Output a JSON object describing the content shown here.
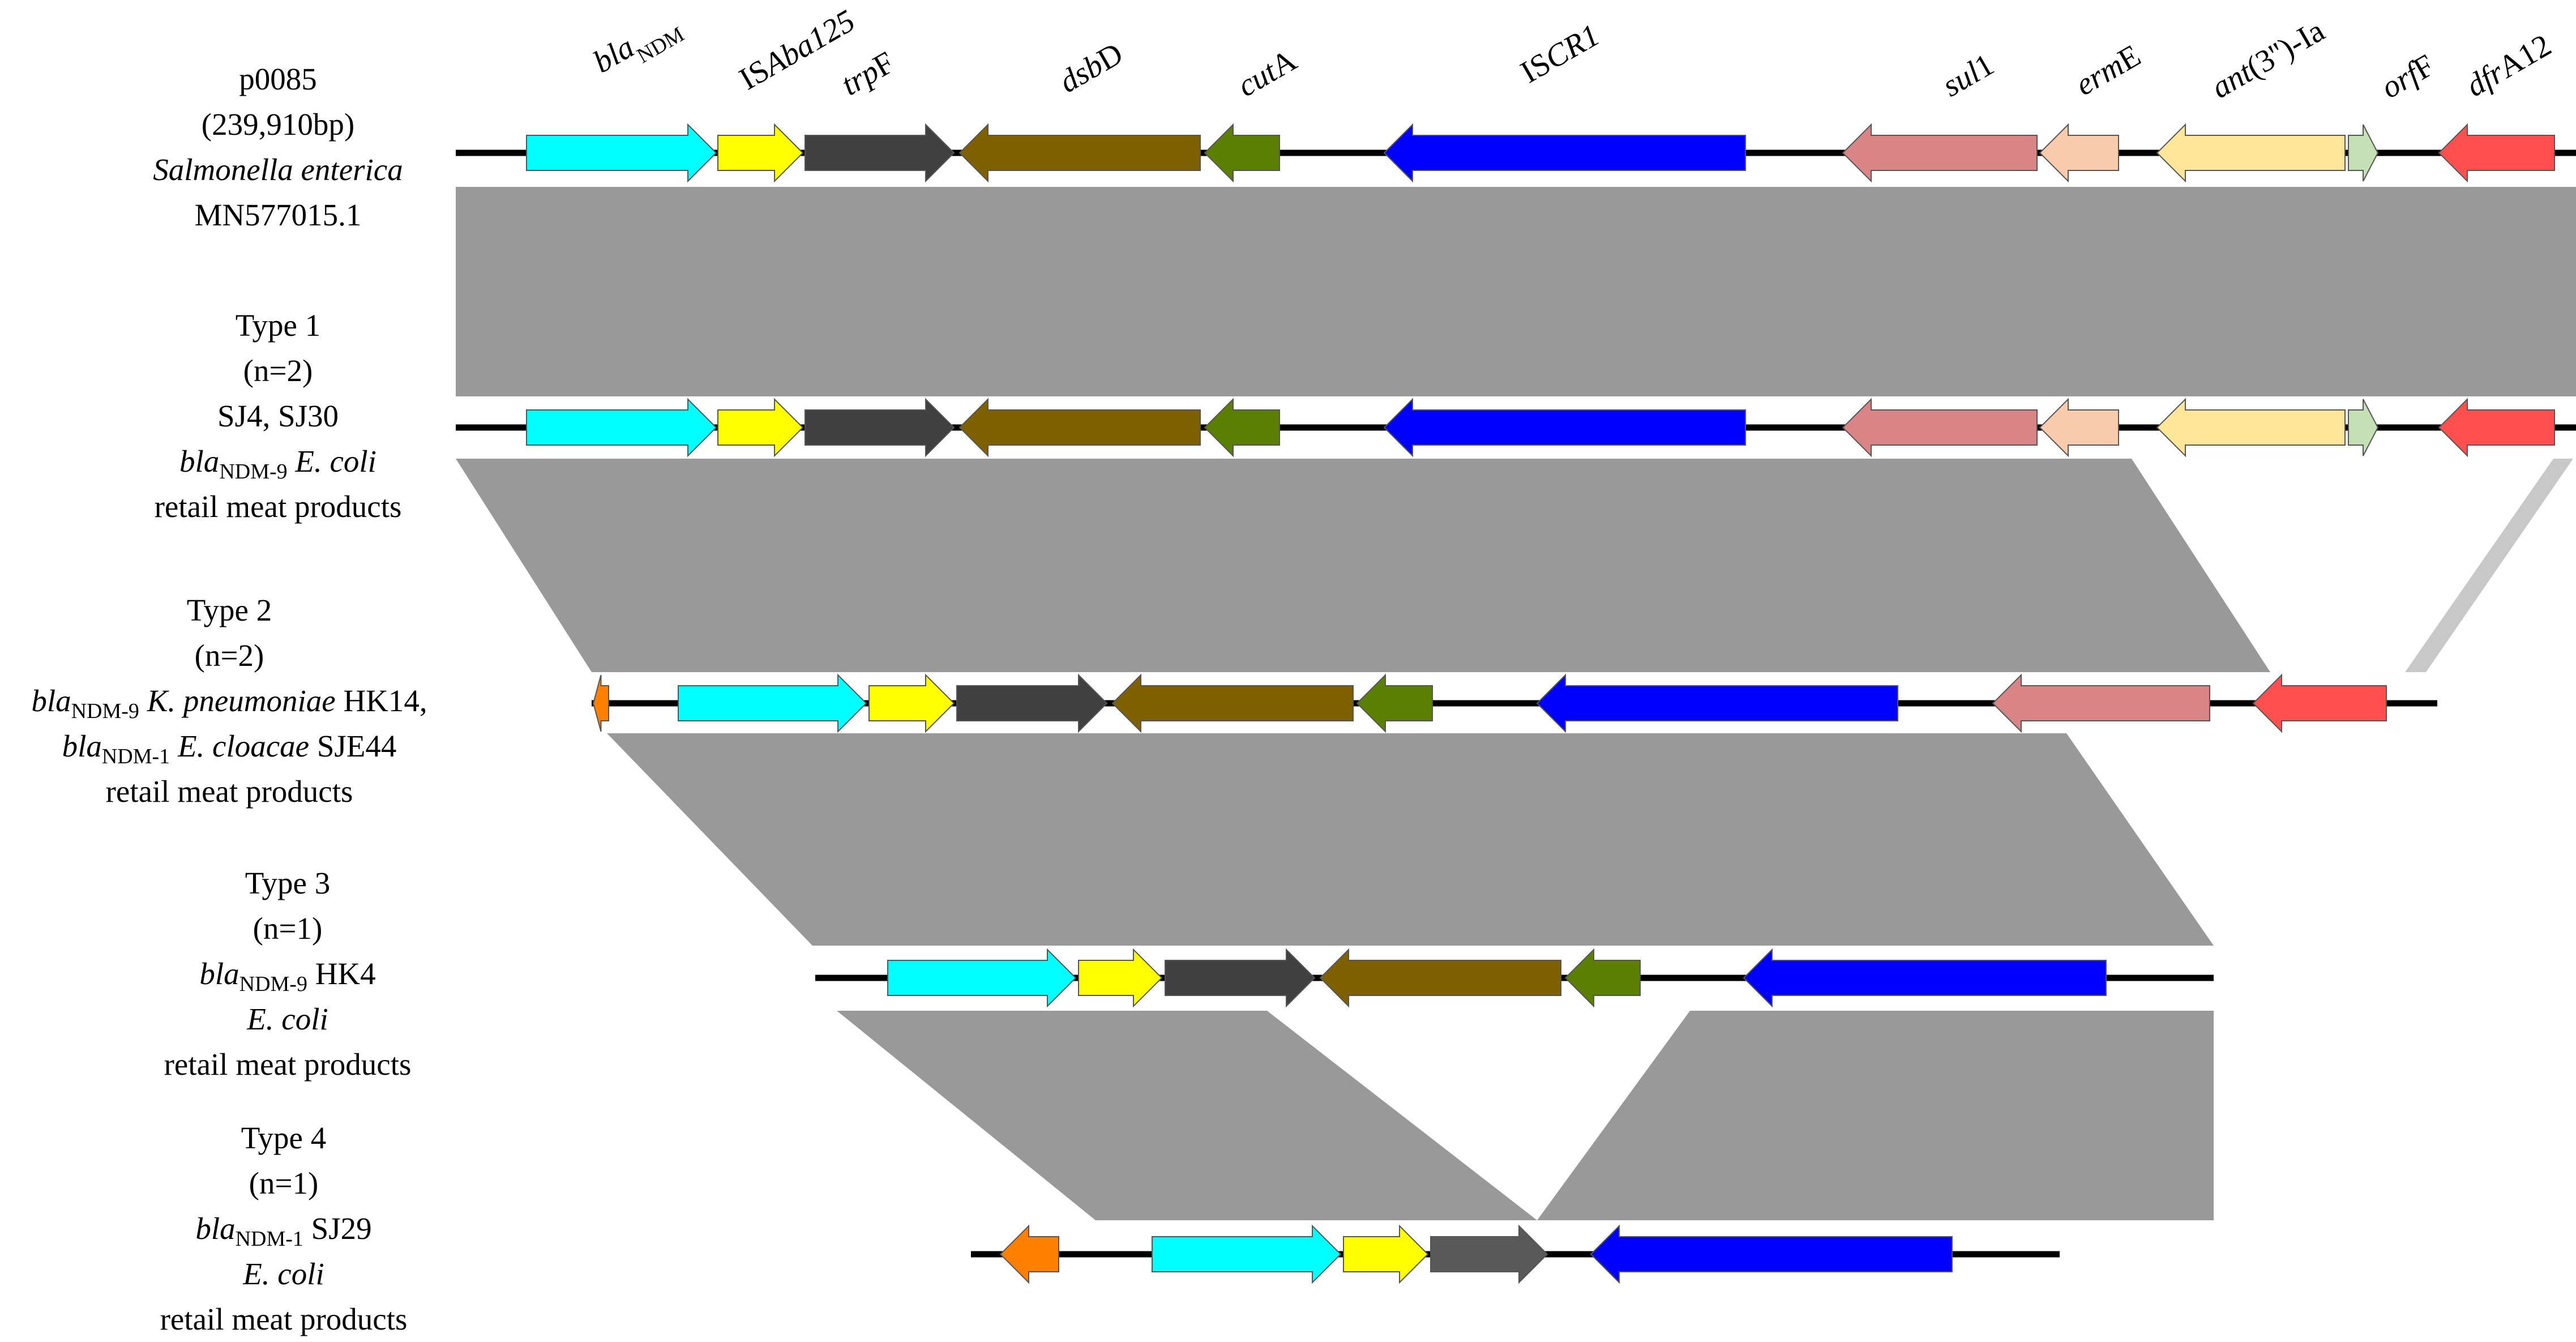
{
  "records": {
    "ref": {
      "lines": [
        [
          {
            "t": "p0085"
          }
        ],
        [
          {
            "t": "(239,910bp)"
          }
        ],
        [
          {
            "t": "Salmonella enterica",
            "i": true
          }
        ],
        [
          {
            "t": "MN577015.1"
          }
        ]
      ]
    },
    "type1": {
      "lines": [
        [
          {
            "t": "Type 1"
          }
        ],
        [
          {
            "t": "(n=2)"
          }
        ],
        [
          {
            "t": "SJ4, SJ30"
          }
        ],
        [
          {
            "t": "bla",
            "i": true
          },
          {
            "t": "NDM-9",
            "sub": true
          },
          {
            "t": " E. coli",
            "i": true
          }
        ],
        [
          {
            "t": "retail meat products"
          }
        ]
      ]
    },
    "type2": {
      "lines": [
        [
          {
            "t": "Type 2"
          }
        ],
        [
          {
            "t": "(n=2)"
          }
        ],
        [
          {
            "t": "bla",
            "i": true
          },
          {
            "t": "NDM-9",
            "sub": true
          },
          {
            "t": " K. pneumoniae",
            "i": true
          },
          {
            "t": " HK14,"
          }
        ],
        [
          {
            "t": "bla",
            "i": true
          },
          {
            "t": "NDM-1",
            "sub": true
          },
          {
            "t": " E. cloacae",
            "i": true
          },
          {
            "t": " SJE44"
          }
        ],
        [
          {
            "t": "retail meat products"
          }
        ]
      ]
    },
    "type3": {
      "lines": [
        [
          {
            "t": "Type 3"
          }
        ],
        [
          {
            "t": "(n=1)"
          }
        ],
        [
          {
            "t": "bla",
            "i": true
          },
          {
            "t": "NDM-9",
            "sub": true
          },
          {
            "t": " HK4"
          }
        ],
        [
          {
            "t": "E. coli",
            "i": true
          }
        ],
        [
          {
            "t": "retail meat products"
          }
        ]
      ]
    },
    "type4": {
      "lines": [
        [
          {
            "t": "Type 4"
          }
        ],
        [
          {
            "t": "(n=1)"
          }
        ],
        [
          {
            "t": "bla",
            "i": true
          },
          {
            "t": "NDM-1",
            "sub": true
          },
          {
            "t": " SJ29"
          }
        ],
        [
          {
            "t": "E. coli",
            "i": true
          }
        ],
        [
          {
            "t": "retail meat products"
          }
        ]
      ]
    }
  },
  "genes": [
    {
      "id": "blaNDM",
      "color": "#00FFFF",
      "label": [
        {
          "t": "bla",
          "i": true
        },
        {
          "t": "NDM",
          "sub": true
        }
      ]
    },
    {
      "id": "ISAba125",
      "color": "#FFFF00",
      "label": [
        {
          "t": "IS"
        },
        {
          "t": "Aba125",
          "i": true
        }
      ]
    },
    {
      "id": "trpF",
      "color": "#404040",
      "label": [
        {
          "t": "trp",
          "i": true
        },
        {
          "t": "F"
        }
      ]
    },
    {
      "id": "dsbD",
      "color": "#7F6000",
      "label": [
        {
          "t": "dsb",
          "i": true
        },
        {
          "t": "D"
        }
      ]
    },
    {
      "id": "cutA",
      "color": "#5B7F00",
      "label": [
        {
          "t": "cut",
          "i": true
        },
        {
          "t": "A"
        }
      ]
    },
    {
      "id": "ISCR1",
      "color": "#0000FF",
      "label": [
        {
          "t": "IS"
        },
        {
          "t": "CR1",
          "i": true
        }
      ]
    },
    {
      "id": "sul1",
      "color": "#DA8585",
      "label": [
        {
          "t": "sul",
          "i": true
        },
        {
          "t": "1"
        }
      ]
    },
    {
      "id": "ermE",
      "color": "#F8CBAD",
      "label": [
        {
          "t": "erm",
          "i": true
        },
        {
          "t": "E"
        }
      ]
    },
    {
      "id": "ant3Ia",
      "color": "#FFE699",
      "label": [
        {
          "t": "ant",
          "i": true
        },
        {
          "t": "(3'')-Ia"
        }
      ]
    },
    {
      "id": "orfF",
      "color": "#C5E0B4",
      "label": [
        {
          "t": "orf",
          "i": true
        },
        {
          "t": "F"
        }
      ]
    },
    {
      "id": "dfrA12",
      "color": "#FF4F4F",
      "label": [
        {
          "t": "dfr",
          "i": true
        },
        {
          "t": "A12"
        }
      ]
    },
    {
      "id": "orange",
      "color": "#FF8000",
      "label": []
    }
  ],
  "homology_colors": {
    "dark": "#999999",
    "light": "#C8C8C8"
  }
}
